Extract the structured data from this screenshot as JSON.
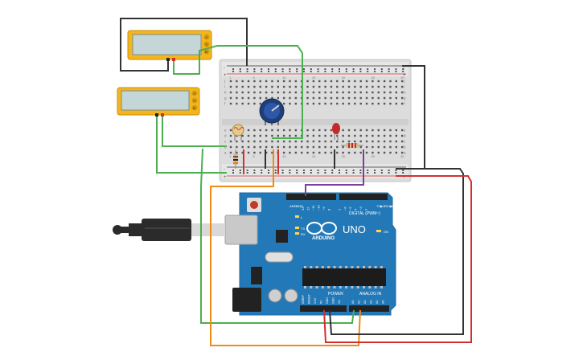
{
  "arduino": {
    "brand": "ARDUINO",
    "model": "UNO",
    "digital_label": "DIGITAL (PWM~)",
    "power_label": "POWER",
    "analog_label": "ANALOG IN",
    "aref": "AREF",
    "gnd": "GND",
    "on": "ON",
    "l": "L",
    "tx": "TX",
    "rx": "RX",
    "tx_arrow": "TX▶1",
    "rx_arrow": "RX◀0",
    "digital_pins": [
      "13",
      "12",
      "~11",
      "~10",
      "~9",
      "8",
      "7",
      "~6",
      "~5",
      "4",
      "~3",
      "2"
    ],
    "power_pins": [
      "IOREF",
      "RESET",
      "3.3V",
      "5V",
      "GND",
      "GND",
      "Vin"
    ],
    "analog_pins": [
      "A0",
      "A1",
      "A2",
      "A3",
      "A4",
      "A5"
    ]
  },
  "breadboard": {
    "columns": [
      "1",
      "5",
      "10",
      "15",
      "20",
      "25",
      "30"
    ],
    "rows_top": [
      "j",
      "i",
      "h",
      "g",
      "f"
    ],
    "rows_bottom": [
      "e",
      "d",
      "c",
      "b",
      "a"
    ],
    "plus": "+",
    "minus": "-"
  },
  "multimeters": [
    {
      "buttons": [
        "A",
        "V",
        "Ω"
      ]
    },
    {
      "buttons": [
        "A",
        "V",
        "Ω"
      ]
    }
  ],
  "colors": {
    "wire_black": "#333333",
    "wire_green": "#4caf50",
    "wire_red": "#d32f2f",
    "wire_orange": "#ef8a17",
    "wire_purple": "#7b3fa0",
    "board_blue": "#2379b8",
    "meter_yellow": "#f3b61f"
  }
}
